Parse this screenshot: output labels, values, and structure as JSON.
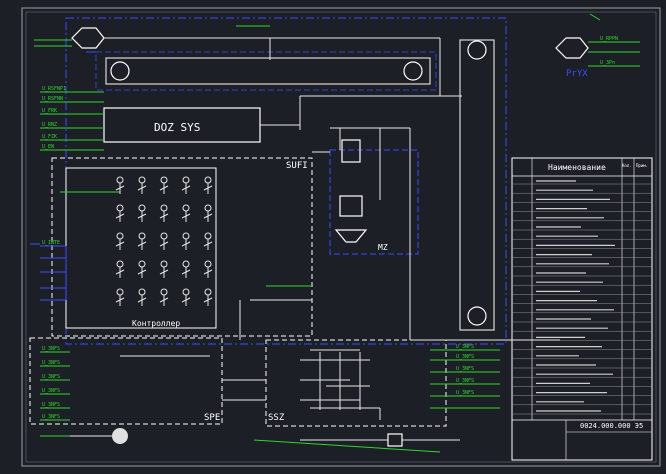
{
  "drawing": {
    "blocks": {
      "doz": "DOZ SYS",
      "sufi": "SUFI",
      "mz": "MZ",
      "spe": "SPE",
      "ssz": "SSZ",
      "pryx": "PrYX",
      "kontroller": "Контроллер"
    },
    "signals_left": [
      "U_RSFNP1",
      "U_RSFNN",
      "U_FRK",
      "U_RNZ",
      "U_FZK",
      "U_EN",
      "U_INTE",
      "U_3NFS",
      "U_3NFS",
      "U_3NFS",
      "U_3NFS",
      "U_3NFS",
      "U_3NFS"
    ],
    "signals_right": [
      "U_RPPN",
      "U_3Pn",
      "U_3NFS",
      "U_3NFS",
      "U_3NFS",
      "U_3NFS",
      "U_3NFS"
    ],
    "title_block": {
      "spec_heading": "Наименование",
      "code": "0024.000.000 Э5",
      "col_qty": "Кол.",
      "col_note": "Прим."
    }
  }
}
